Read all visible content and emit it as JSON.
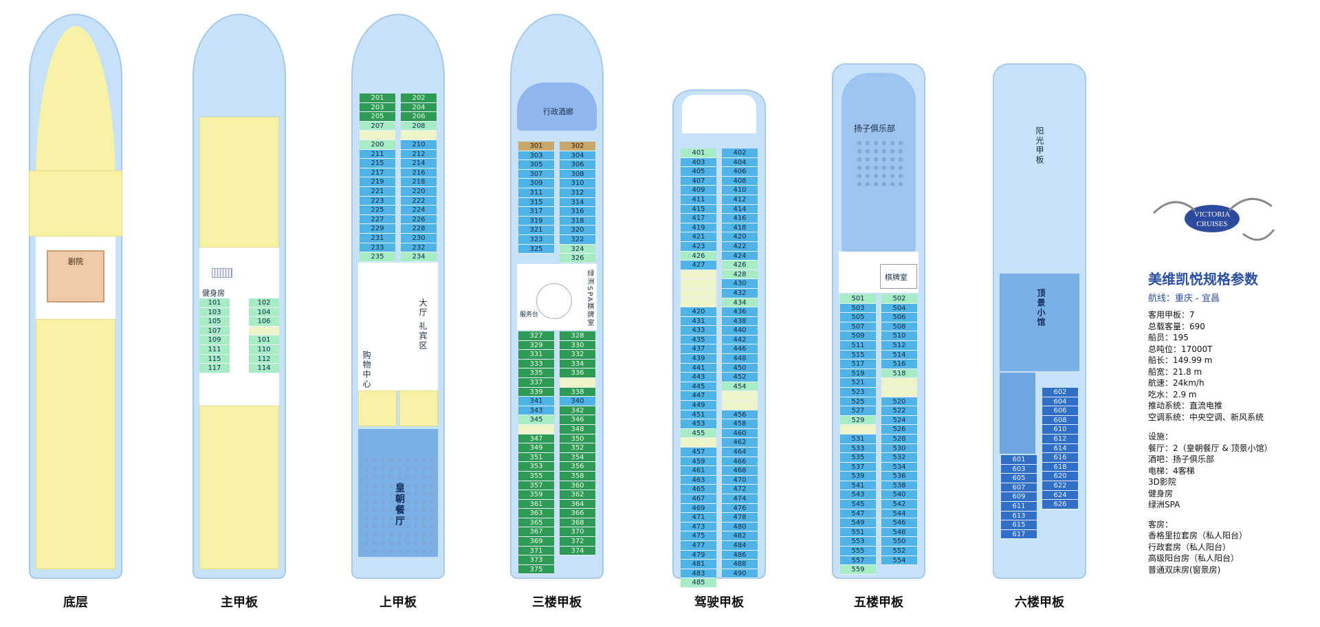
{
  "decks": [
    {
      "key": "bottom",
      "label": "底层",
      "areas": [
        "剧院"
      ]
    },
    {
      "key": "main",
      "label": "主甲板",
      "areas": [
        "健身房"
      ],
      "left": [
        "101",
        "103",
        "105",
        "107",
        "109",
        "111",
        "115",
        "117"
      ],
      "right": [
        "102",
        "104",
        "106",
        "",
        "101",
        "110",
        "112",
        "114"
      ]
    },
    {
      "key": "upper",
      "label": "上甲板",
      "areas": [
        "大厅 礼宾区",
        "购物中心",
        "皇朝餐厅"
      ],
      "left": [
        "201",
        "203",
        "205",
        "207",
        "",
        "200",
        "211",
        "215",
        "217",
        "219",
        "221",
        "223",
        "225",
        "227",
        "229",
        "231",
        "233",
        "235"
      ],
      "right": [
        "202",
        "204",
        "206",
        "208",
        "",
        "210",
        "212",
        "214",
        "216",
        "218",
        "220",
        "222",
        "224",
        "226",
        "228",
        "230",
        "232",
        "234"
      ]
    },
    {
      "key": "third",
      "label": "三楼甲板",
      "areas": [
        "行政酒廊",
        "绿洲SPA",
        "棋牌室",
        "服务台"
      ],
      "left": [
        "301",
        "303",
        "305",
        "307",
        "309",
        "311",
        "315",
        "317",
        "319",
        "321",
        "323",
        "325"
      ],
      "right": [
        "302",
        "304",
        "306",
        "308",
        "310",
        "312",
        "314",
        "316",
        "318",
        "320",
        "322",
        "324",
        "326"
      ],
      "left2": [
        "327",
        "329",
        "331",
        "333",
        "335",
        "337",
        "339",
        "341",
        "343",
        "345",
        "",
        "347",
        "349",
        "351",
        "353",
        "355",
        "357",
        "359",
        "361",
        "363",
        "365",
        "367",
        "369",
        "371",
        "373",
        "375"
      ],
      "right2": [
        "328",
        "330",
        "332",
        "334",
        "336",
        "",
        "338",
        "340",
        "342",
        "346",
        "348",
        "350",
        "352",
        "354",
        "356",
        "358",
        "360",
        "362",
        "364",
        "366",
        "368",
        "370",
        "372",
        "374"
      ]
    },
    {
      "key": "bridge",
      "label": "驾驶甲板",
      "left": [
        "401",
        "403",
        "405",
        "407",
        "409",
        "411",
        "415",
        "417",
        "419",
        "421",
        "423",
        "426",
        "427",
        "",
        "",
        "",
        "",
        "420",
        "431",
        "433",
        "435",
        "437",
        "439",
        "441",
        "443",
        "445",
        "447",
        "449",
        "451",
        "453",
        "455",
        "",
        "457",
        "459",
        "461",
        "463",
        "465",
        "467",
        "469",
        "471",
        "473",
        "475",
        "477",
        "479",
        "481",
        "483",
        "485"
      ],
      "right": [
        "402",
        "404",
        "406",
        "408",
        "410",
        "412",
        "414",
        "416",
        "418",
        "420",
        "422",
        "424",
        "426",
        "428",
        "430",
        "432",
        "434",
        "436",
        "438",
        "440",
        "442",
        "446",
        "448",
        "450",
        "452",
        "454",
        "",
        "",
        "456",
        "458",
        "460",
        "462",
        "464",
        "466",
        "468",
        "470",
        "472",
        "474",
        "476",
        "478",
        "480",
        "482",
        "484",
        "486",
        "488",
        "490"
      ]
    },
    {
      "key": "fifth",
      "label": "五楼甲板",
      "areas": [
        "扬子俱乐部",
        "棋牌室"
      ],
      "left": [
        "501",
        "503",
        "505",
        "507",
        "509",
        "511",
        "515",
        "517",
        "519",
        "521",
        "523",
        "525",
        "527",
        "529",
        "",
        "531",
        "533",
        "535",
        "537",
        "539",
        "541",
        "543",
        "545",
        "547",
        "549",
        "551",
        "553",
        "555",
        "557",
        "559"
      ],
      "right": [
        "502",
        "504",
        "506",
        "508",
        "510",
        "512",
        "514",
        "516",
        "518",
        "",
        "",
        "520",
        "522",
        "524",
        "526",
        "528",
        "530",
        "532",
        "534",
        "536",
        "538",
        "540",
        "542",
        "544",
        "546",
        "548",
        "550",
        "552",
        "554"
      ]
    },
    {
      "key": "sixth",
      "label": "六楼甲板",
      "areas": [
        "阳光甲板",
        "顶景小馆"
      ],
      "left": [
        "601",
        "603",
        "605",
        "607",
        "609",
        "611",
        "613",
        "615",
        "617"
      ],
      "right": [
        "602",
        "604",
        "606",
        "608",
        "610",
        "612",
        "614",
        "616",
        "618",
        "620",
        "622",
        "624",
        "626"
      ]
    }
  ],
  "specs": {
    "logo_text": [
      "VICTORIA",
      "CRUISES"
    ],
    "title": "美维凯悦规格参数",
    "route": "航线：重庆 - 宜昌",
    "basic": [
      "客用甲板：7",
      "总载客量：690",
      "船员：195",
      "总吨位：17000T",
      "船长：149.99 m",
      "船宽：21.8 m",
      "航速：24km/h",
      "吃水：2.9 m",
      "推动系统：直流电推",
      "空调系统：中央空调、新风系统"
    ],
    "facilities_title": "设施：",
    "facilities": [
      "餐厅：2（皇朝餐厅 & 顶景小馆）",
      "酒吧：扬子俱乐部",
      "电梯：4客梯",
      "3D影院",
      "健身房",
      "绿洲SPA"
    ],
    "rooms_title": "客房：",
    "rooms": [
      "香格里拉套房（私人阳台）",
      "行政套房（私人阳台）",
      "高级阳台房（私人阳台）",
      "普通双床房(窗景房)"
    ]
  },
  "colors": {
    "hull": "#c7e1f8",
    "standard_cabin": "#4fb3e5",
    "suite": "#2f9a55",
    "balcony": "#a7ecc4",
    "presidential": "#c9a66a",
    "dark_blue": "#2f6fc6",
    "spec_title": "#2a4ea0"
  }
}
